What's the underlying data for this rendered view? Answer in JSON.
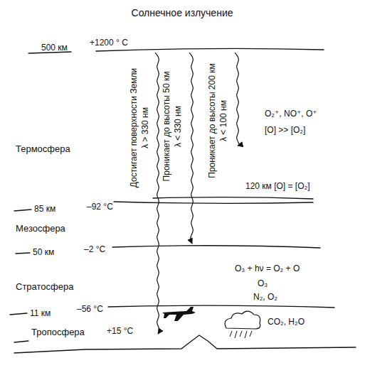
{
  "diagram": {
    "title": "Солнечное излучение",
    "labels": [
      "500 км",
      "+1200 ° C",
      "Термосфера",
      "Достигает поверхности Земли",
      "λ > 330 нм",
      "Проникает до высоты 50 км",
      "λ < 330 нм",
      "Проникает до высоты 200 км",
      "λ < 100 нм",
      "O₂⁺, NO⁺, O⁺",
      "[O] >> [O₂]",
      "120 км [O] = [O₂]",
      "85 км",
      "–92 °C",
      "Мезосфера",
      "50 км",
      "–2 °C",
      "O₃ + hν = O₂ + O",
      "Стратосфера",
      "O₃",
      "N₂, O₂",
      "11 км",
      "–56 °C",
      "CO₂, H₂O",
      "Тропосфера",
      "+15 °C"
    ]
  }
}
